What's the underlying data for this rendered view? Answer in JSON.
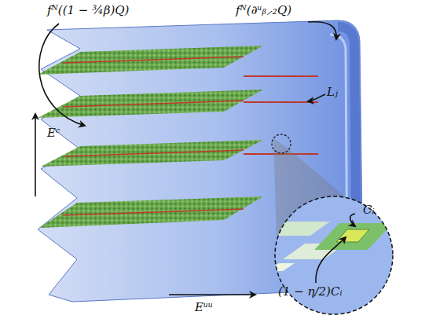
{
  "diagram": {
    "labels": [
      "fᴺ((1 − ¾β)Q)",
      "fᴺ(∂ᵘᵦ⸝₂Q)",
      "Lⱼ",
      "Eᶜ",
      "Eᵘᵘ",
      "Cᵢ",
      "(1 − η/2)Cᵢ"
    ]
  }
}
